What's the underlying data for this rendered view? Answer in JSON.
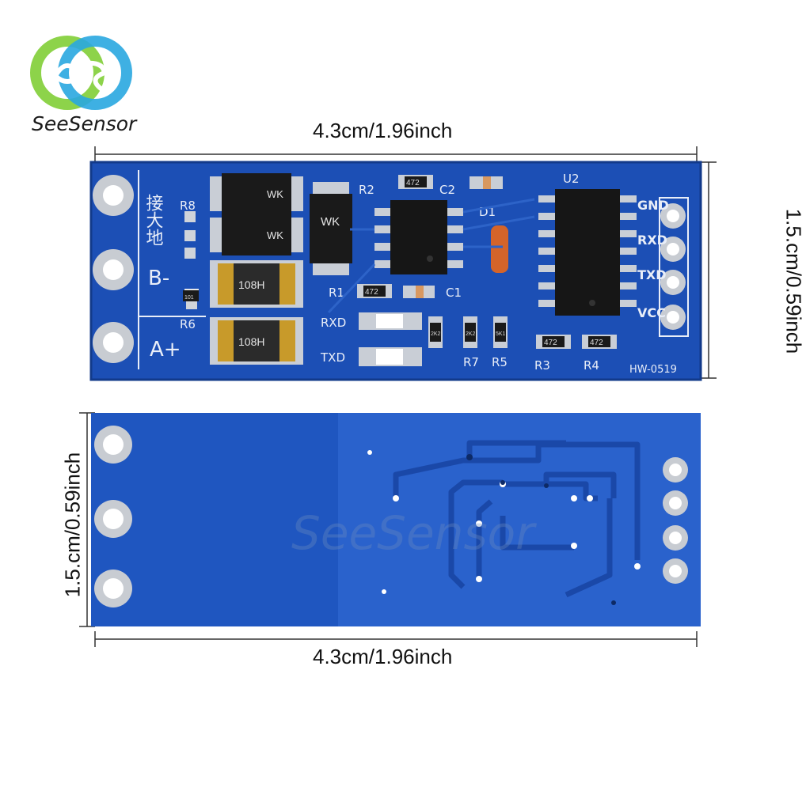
{
  "brand": {
    "name": "SeeSensor"
  },
  "dimensions": {
    "top_width": "4.3cm/1.96inch",
    "bottom_width": "4.3cm/1.96inch",
    "right_height": "1.5.cm/0.59inch",
    "left_height": "1.5.cm/0.59inch"
  },
  "board_top": {
    "chinese_label": "接大地",
    "terminal_b": "B-",
    "terminal_a": "A+",
    "diode_marks": [
      "WK",
      "WK",
      "WK"
    ],
    "fuse_marks": [
      "108H",
      "108H"
    ],
    "pins": [
      "GND",
      "RXD",
      "TXD",
      "VCC"
    ],
    "refs": [
      "R2",
      "C2",
      "U2",
      "D1",
      "R1",
      "C1",
      "R8",
      "R6",
      "RXD",
      "TXD",
      "R7",
      "R5",
      "R3",
      "R4"
    ],
    "resistor_codes": [
      "472",
      "472",
      "472",
      "472",
      "2K2",
      "2K2",
      "5K1",
      "101"
    ],
    "model": "HW-0519"
  },
  "watermark": "SeeSensor"
}
